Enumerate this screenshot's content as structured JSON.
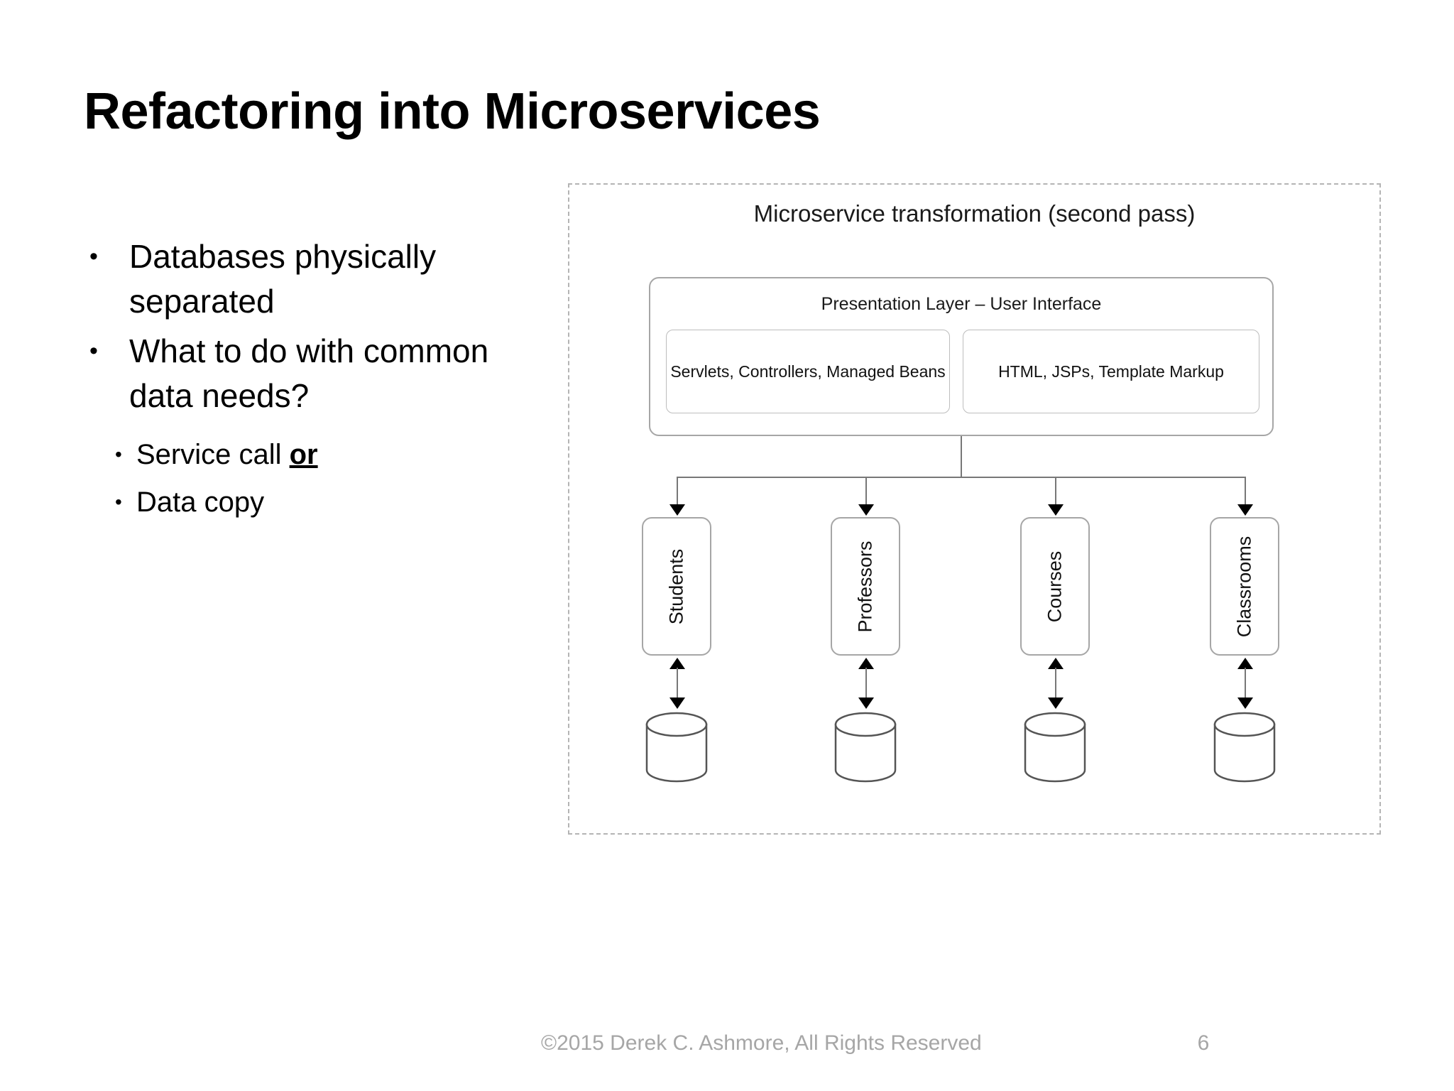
{
  "slide": {
    "title": "Refactoring into Microservices",
    "page_number": "6",
    "copyright": "©2015 Derek C. Ashmore, All Rights Reserved"
  },
  "bullets": [
    {
      "level": 1,
      "marker": "•",
      "text": "Databases physically separated"
    },
    {
      "level": 1,
      "marker": "•",
      "text": "What to do with common data needs?"
    }
  ],
  "sub_bullets": [
    {
      "level": 2,
      "marker": "•",
      "text_before": "Service call ",
      "emphasis": "or",
      "text_after": ""
    },
    {
      "level": 2,
      "marker": "•",
      "text_before": "Data copy",
      "emphasis": "",
      "text_after": ""
    }
  ],
  "diagram": {
    "title": "Microservice transformation (second pass)",
    "presentation_layer": {
      "title": "Presentation Layer – User Interface",
      "components": [
        "Servlets, Controllers, Managed Beans",
        "HTML, JSPs, Template Markup"
      ]
    },
    "services": [
      {
        "label": "Students"
      },
      {
        "label": "Professors"
      },
      {
        "label": "Courses"
      },
      {
        "label": "Classrooms"
      }
    ],
    "databases": [
      {
        "name": "students-database"
      },
      {
        "name": "professors-database"
      },
      {
        "name": "courses-database"
      },
      {
        "name": "classrooms-database"
      }
    ],
    "colors": {
      "container_border": "#b4b4b4",
      "box_border": "#a6a6a6",
      "connector": "#777777",
      "arrow": "#000000",
      "text": "#111111"
    }
  }
}
